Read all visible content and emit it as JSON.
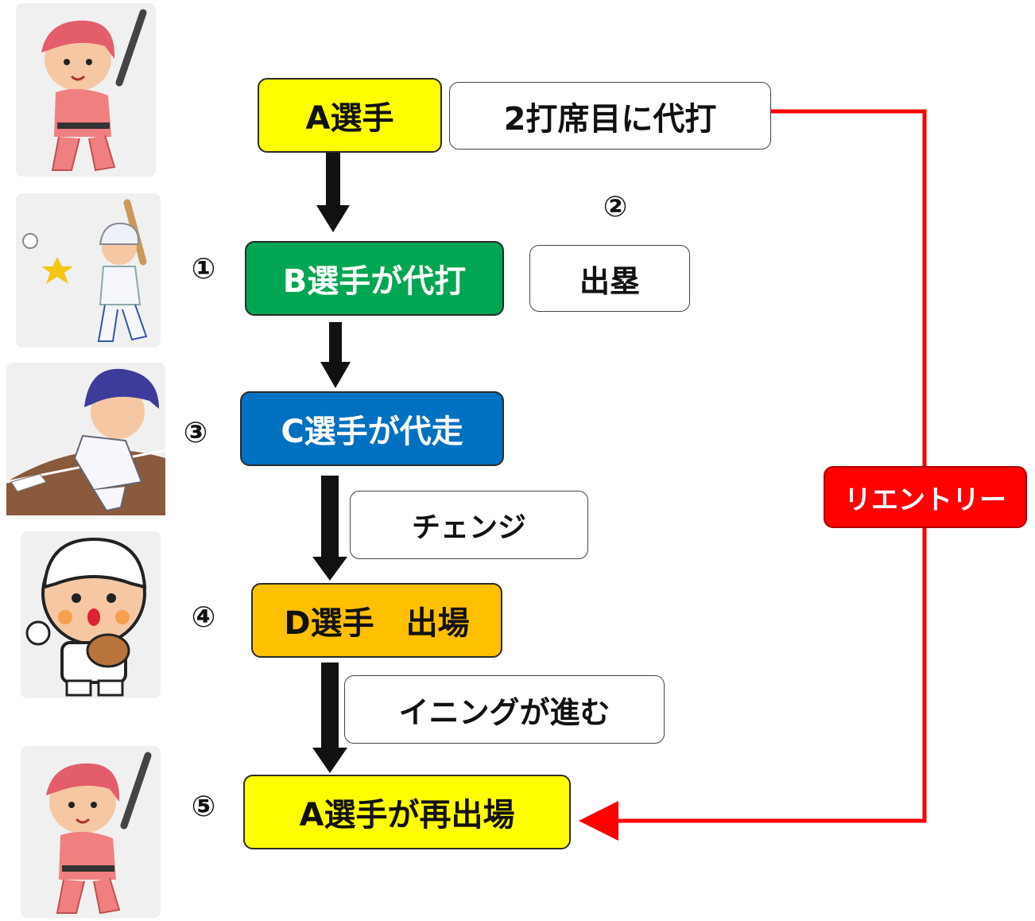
{
  "diagram": {
    "nodes": {
      "a_player": {
        "label": "A選手",
        "fill": "#ffff00"
      },
      "b_pinch_hit": {
        "label": "B選手が代打",
        "fill": "#00a651"
      },
      "c_pinch_run": {
        "label": "C選手が代走",
        "fill": "#0070c0"
      },
      "d_enters": {
        "label": "D選手　出場",
        "fill": "#ffc000"
      },
      "a_reenters": {
        "label": "A選手が再出場",
        "fill": "#ffff00"
      }
    },
    "notes": {
      "second_at_bat": "2打席目に代打",
      "on_base": "出塁",
      "change": "チェンジ",
      "innings_progress": "イニングが進む"
    },
    "steps": [
      "①",
      "②",
      "③",
      "④",
      "⑤"
    ],
    "reentry": {
      "label": "リエントリー",
      "color": "#ff0000"
    },
    "arrow_color": "#111111",
    "illustrations": [
      {
        "icon": "girl-batter-red-uniform"
      },
      {
        "icon": "boy-batter-hitting-ball"
      },
      {
        "icon": "boy-runner-sliding-to-base"
      },
      {
        "icon": "boy-pitcher-with-glove"
      },
      {
        "icon": "girl-batter-red-uniform"
      }
    ]
  }
}
